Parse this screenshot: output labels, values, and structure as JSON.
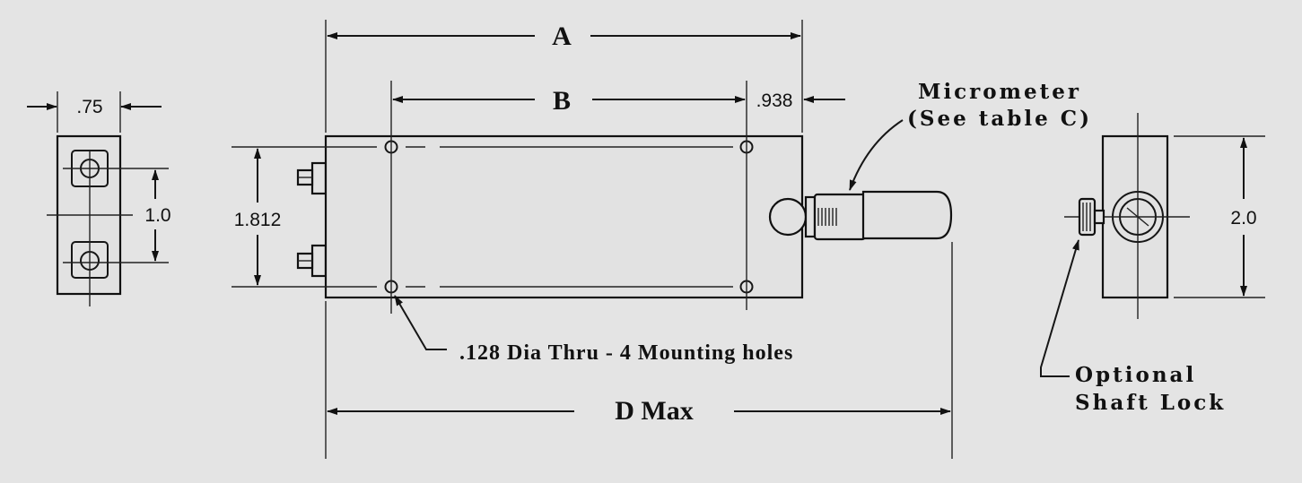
{
  "drawing": {
    "end_view_width": ".75",
    "end_view_spacing": "1.0",
    "height": "1.812",
    "dim_a": "A",
    "dim_b": "B",
    "edge_offset": ".938",
    "dim_d": "D Max",
    "side_height": "2.0",
    "micrometer_label": "Micrometer",
    "micrometer_ref": "(See table C)",
    "holes_note": ".128 Dia Thru - 4 Mounting holes",
    "shaft_lock_line1": "Optional",
    "shaft_lock_line2": "Shaft Lock"
  }
}
